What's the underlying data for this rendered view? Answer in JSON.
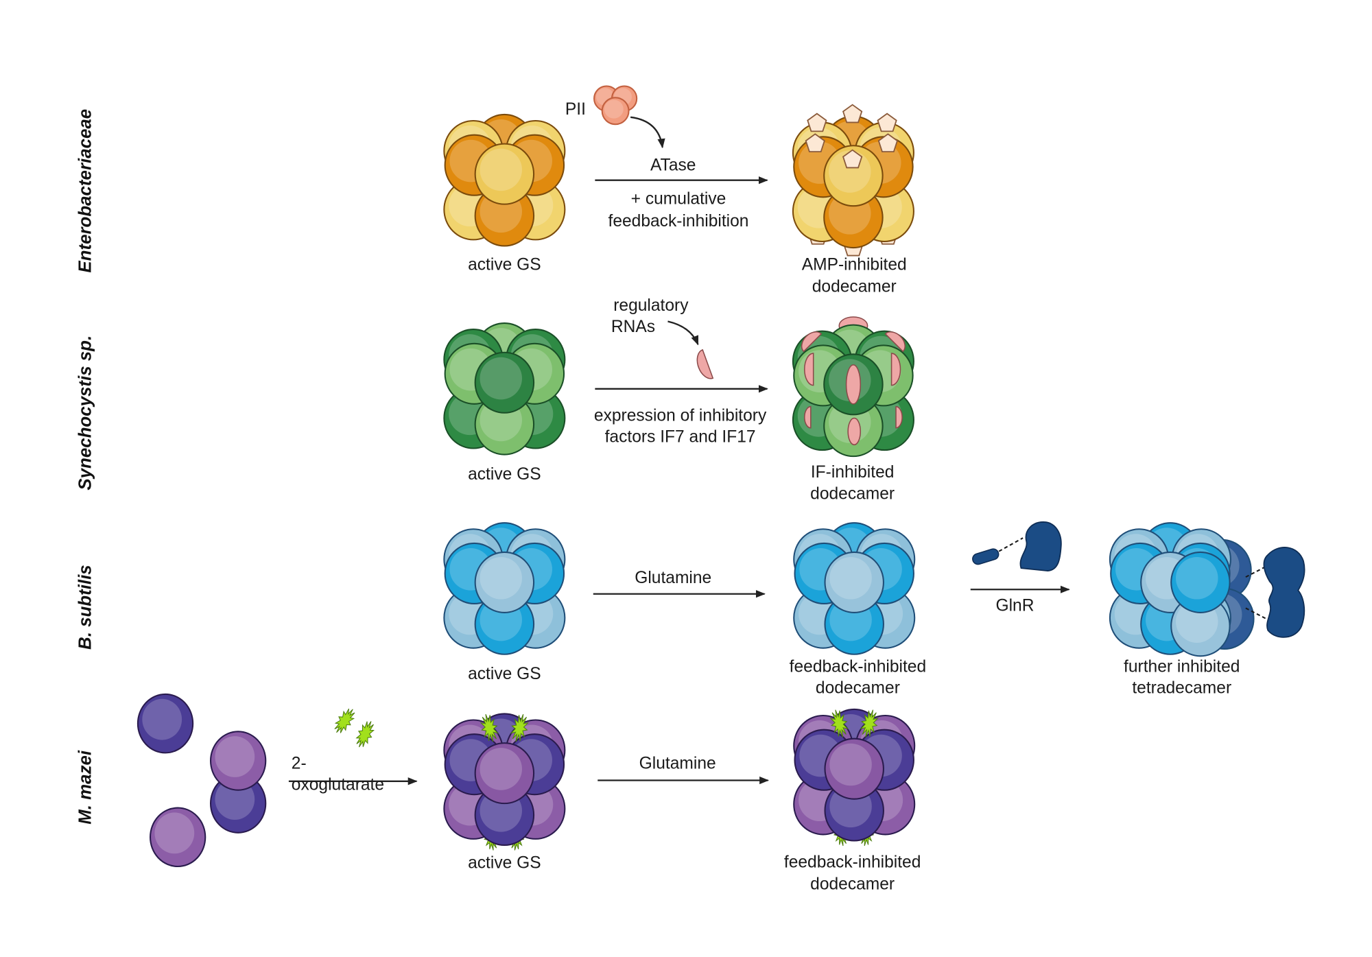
{
  "figure": {
    "rows": [
      {
        "organism": "Enterobacteriaceae",
        "effector": "PII",
        "enzyme": "ATase",
        "arrow_note": [
          "+ cumulative",
          "feedback-inhibition"
        ],
        "initial_state": "active GS",
        "final_state": [
          "AMP-inhibited",
          "dodecamer"
        ]
      },
      {
        "organism": "Synechocystis sp.",
        "effector": [
          "regulatory",
          "RNAs"
        ],
        "arrow_note": [
          "expression of inhibitory",
          "factors IF7 and IF17"
        ],
        "initial_state": "active GS",
        "final_state": [
          "IF-inhibited",
          "dodecamer"
        ]
      },
      {
        "organism": "B. subtilis",
        "initial_state": "active GS",
        "arrow1": "Glutamine",
        "intermediate_state": [
          "feedback-inhibited",
          "dodecamer"
        ],
        "arrow2": "GlnR",
        "final_state": [
          "further inhibited",
          "tetradecamer"
        ]
      },
      {
        "organism": "M. mazei",
        "arrow0": [
          "2-",
          "oxoglutarate"
        ],
        "initial_state": "active GS",
        "arrow1": "Glutamine",
        "final_state": [
          "feedback-inhibited",
          "dodecamer"
        ]
      }
    ]
  },
  "colors": {
    "text": "#1a1a1a",
    "arrow": "#222222",
    "enterobacteriaceae_gs": {
      "back": "#F1D46E",
      "accent": "#E08A0E",
      "front": "#EDC858",
      "outline": "#7B4B0C"
    },
    "synechocystis_gs": {
      "back": "#2E8A44",
      "accent": "#7EBF6D",
      "front": "#2D8343",
      "outline": "#1A4F27"
    },
    "b_subtilis_gs": {
      "back": "#8EC0DA",
      "accent": "#1BA3D9",
      "front": "#98C3DB",
      "extra": "#2E5A97",
      "outline": "#1F4E78"
    },
    "m_mazei_gs": {
      "back": "#8C5DA7",
      "accent": "#4B3D96",
      "front": "#8858A3",
      "outline": "#2A1B4E"
    },
    "pii": "#F29D80",
    "amp": "#FCE8D5",
    "inhibitory_factor": "#EEA7A6",
    "glnr": "#1B4C85",
    "two_oxoglutarate": "#A2E01C"
  }
}
